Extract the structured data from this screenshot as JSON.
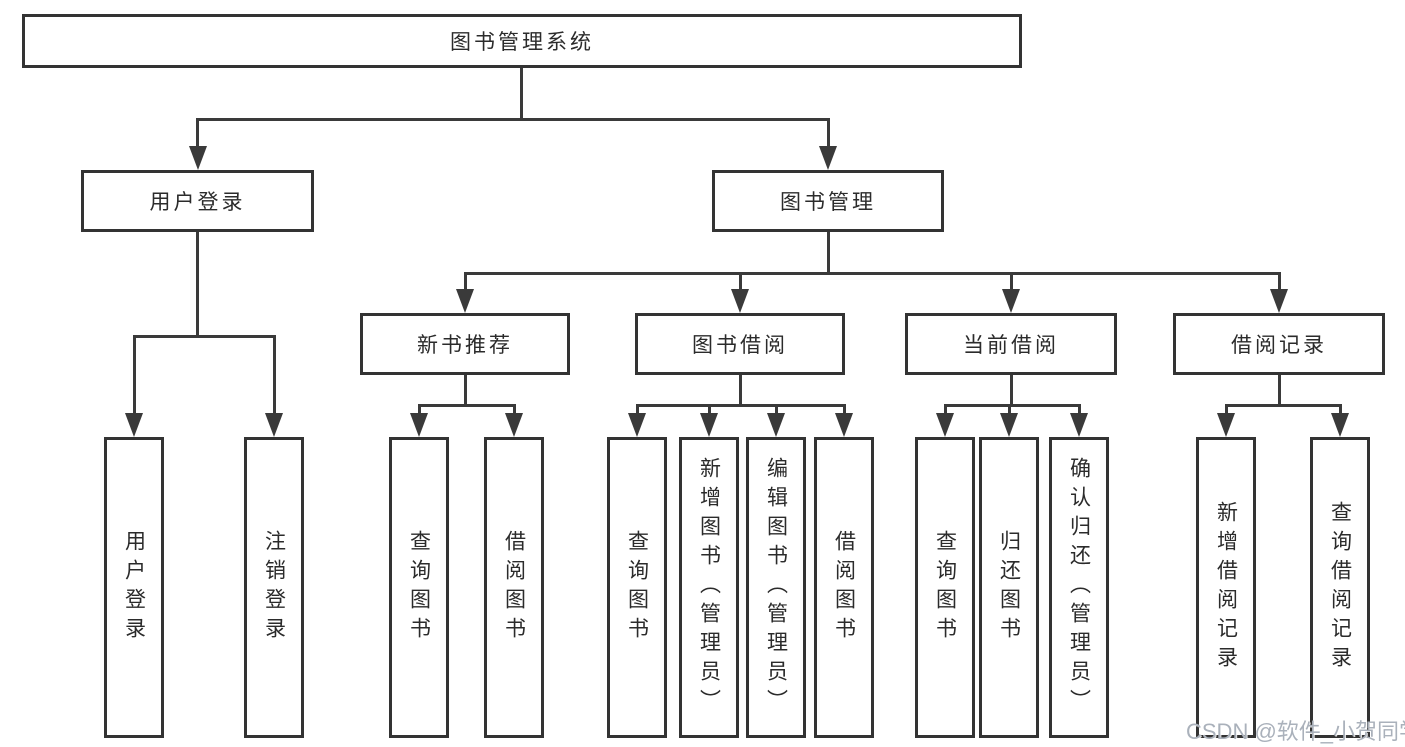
{
  "diagram_type": "hierarchy-tree",
  "tree": {
    "label": "图书管理系统",
    "children": [
      {
        "label": "用户登录",
        "children": [
          {
            "label": "用户登录"
          },
          {
            "label": "注销登录"
          }
        ]
      },
      {
        "label": "图书管理",
        "children": [
          {
            "label": "新书推荐",
            "children": [
              {
                "label": "查询图书"
              },
              {
                "label": "借阅图书"
              }
            ]
          },
          {
            "label": "图书借阅",
            "children": [
              {
                "label": "查询图书"
              },
              {
                "label": "新增图书（管理员）"
              },
              {
                "label": "编辑图书（管理员）"
              },
              {
                "label": "借阅图书"
              }
            ]
          },
          {
            "label": "当前借阅",
            "children": [
              {
                "label": "查询图书"
              },
              {
                "label": "归还图书"
              },
              {
                "label": "确认归还（管理员）"
              }
            ]
          },
          {
            "label": "借阅记录",
            "children": [
              {
                "label": "新增借阅记录"
              },
              {
                "label": "查询借阅记录"
              }
            ]
          }
        ]
      }
    ]
  },
  "watermark": {
    "text": "CSDN @软件_小贺同学"
  },
  "colors": {
    "line": "#3a3a3a",
    "box_border": "#333333",
    "text": "#2b2b2b",
    "background": "#ffffff",
    "watermark": "#aab1bb"
  }
}
